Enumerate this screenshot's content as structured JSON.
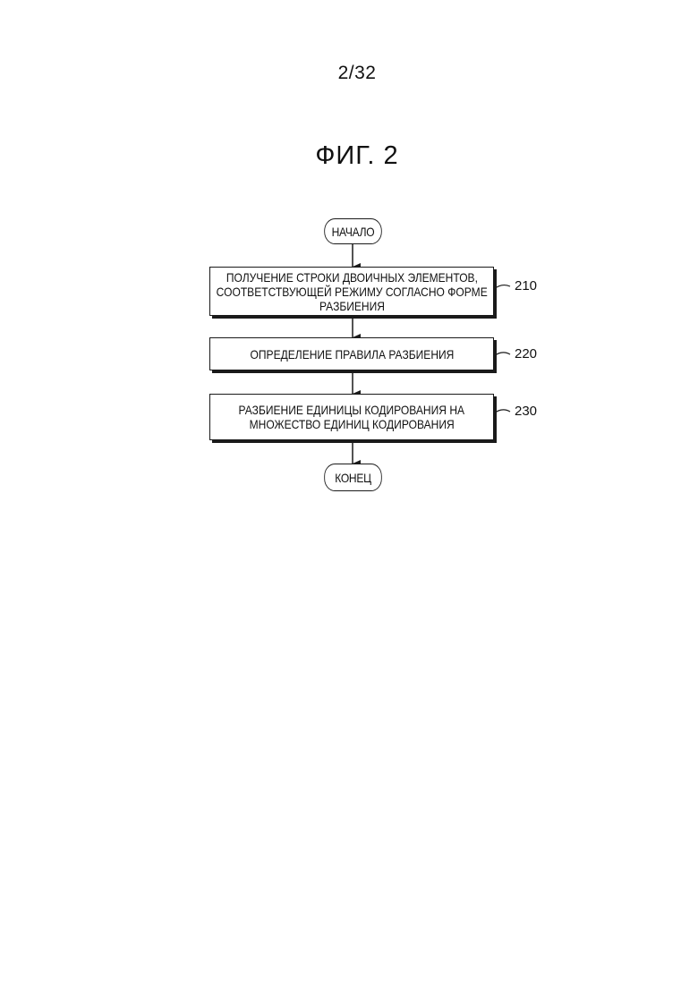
{
  "page": {
    "number": "2/32",
    "figure_title": "ФИГ. 2"
  },
  "flowchart": {
    "start_label": "НАЧАЛО",
    "end_label": "КОНЕЦ",
    "steps": [
      {
        "ref": "210",
        "lines": [
          "ПОЛУЧЕНИЕ СТРОКИ ДВОИЧНЫХ ЭЛЕМЕНТОВ,",
          "СООТВЕТСТВУЮЩЕЙ РЕЖИМУ СОГЛАСНО ФОРМЕ",
          "РАЗБИЕНИЯ"
        ]
      },
      {
        "ref": "220",
        "lines": [
          "ОПРЕДЕЛЕНИЕ ПРАВИЛА РАЗБИЕНИЯ"
        ]
      },
      {
        "ref": "230",
        "lines": [
          "РАЗБИЕНИЕ ЕДИНИЦЫ КОДИРОВАНИЯ НА",
          "МНОЖЕСТВО ЕДИНИЦ КОДИРОВАНИЯ"
        ]
      }
    ]
  }
}
